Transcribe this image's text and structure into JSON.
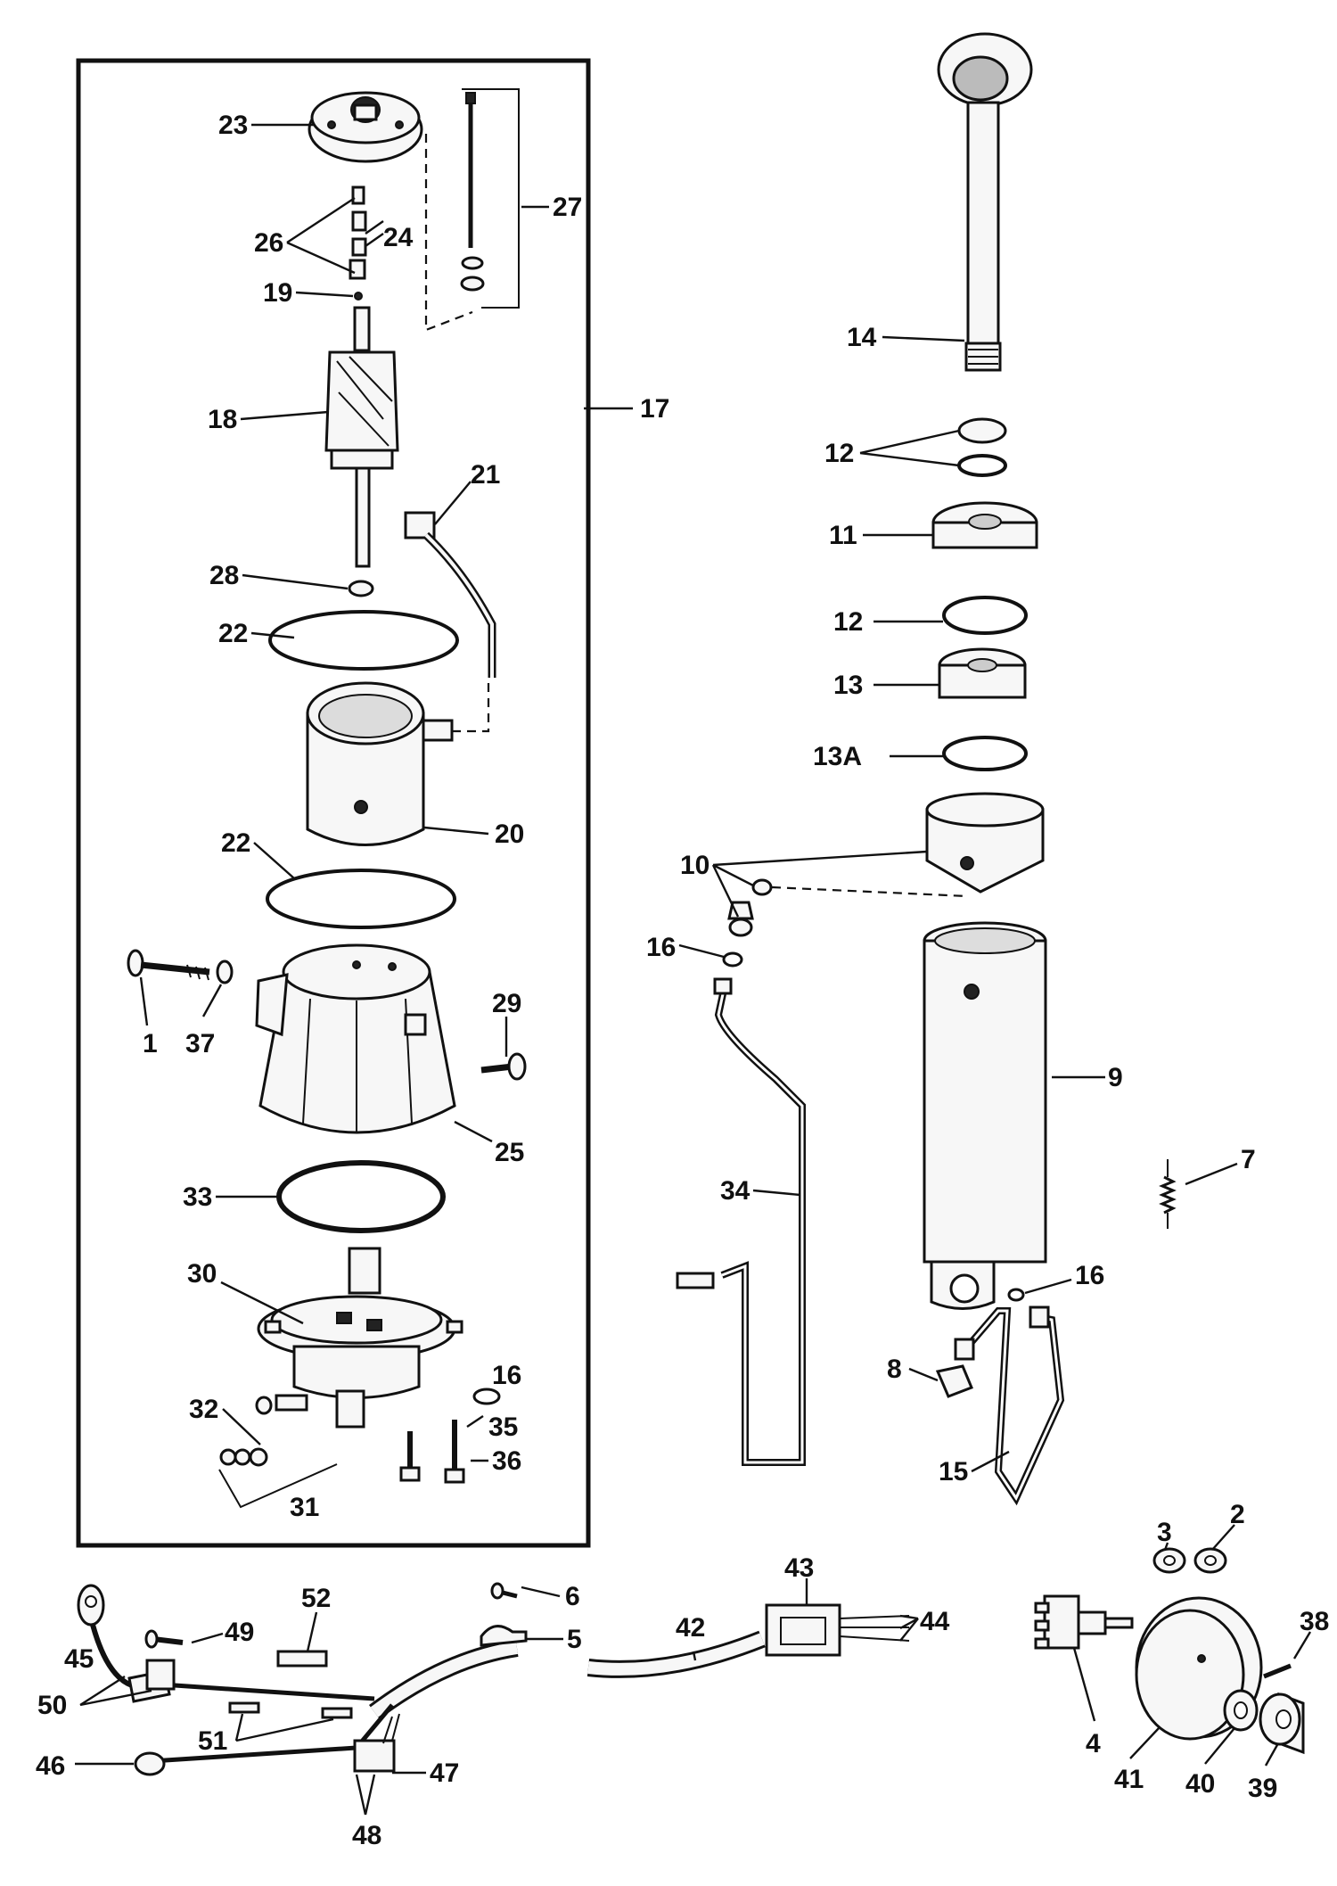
{
  "labels": {
    "l1": "1",
    "l2": "2",
    "l3": "3",
    "l4": "4",
    "l5": "5",
    "l6": "6",
    "l7": "7",
    "l8": "8",
    "l9": "9",
    "l10": "10",
    "l11": "11",
    "l12a": "12",
    "l12b": "12",
    "l13": "13",
    "l13A": "13A",
    "l14": "14",
    "l15": "15",
    "l16a": "16",
    "l16b": "16",
    "l16c": "16",
    "l17": "17",
    "l18": "18",
    "l19": "19",
    "l20": "20",
    "l21": "21",
    "l22a": "22",
    "l22b": "22",
    "l23": "23",
    "l24": "24",
    "l25": "25",
    "l26": "26",
    "l27": "27",
    "l28": "28",
    "l29": "29",
    "l30": "30",
    "l31": "31",
    "l32": "32",
    "l33": "33",
    "l34": "34",
    "l35": "35",
    "l36": "36",
    "l37": "37",
    "l38": "38",
    "l39": "39",
    "l40": "40",
    "l41": "41",
    "l42": "42",
    "l43": "43",
    "l44": "44",
    "l45": "45",
    "l46": "46",
    "l47": "47",
    "l48": "48",
    "l49": "49",
    "l50": "50",
    "l51": "51",
    "l52": "52"
  }
}
